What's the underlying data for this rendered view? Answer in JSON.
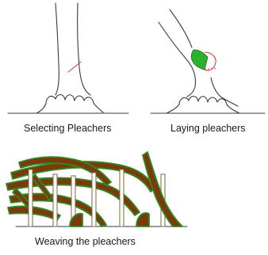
{
  "captions": {
    "selecting": "Selecting Pleachers",
    "laying": "Laying pleachers",
    "weaving": "Weaving the pleachers"
  },
  "colors": {
    "bark": "#7a3a0e",
    "leaf_edge": "#2f8a1f",
    "cut_mark": "#d23a3a",
    "stake": "#ffffff"
  }
}
